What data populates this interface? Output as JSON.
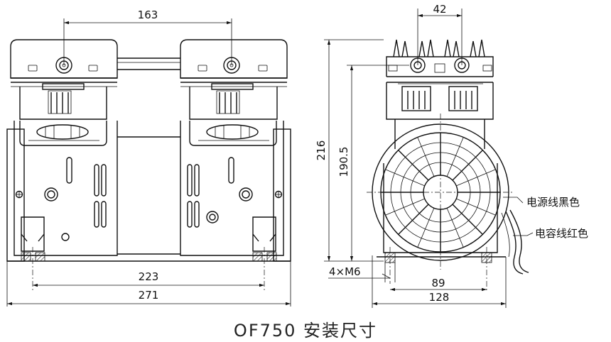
{
  "caption": "OF750 安装尺寸",
  "front_view": {
    "dimensions": {
      "head_center_spacing": "163",
      "mount_hole_spacing": "223",
      "overall_width": "271"
    }
  },
  "side_view": {
    "dimensions": {
      "valve_spacing": "42",
      "overall_height": "216",
      "height_to_head": "190.5",
      "mount_thread": "4×M6",
      "foot_hole_spacing": "89",
      "overall_depth": "128"
    },
    "labels": {
      "black_wire": "电源线黑色",
      "red_wire": "电容线红色"
    }
  }
}
